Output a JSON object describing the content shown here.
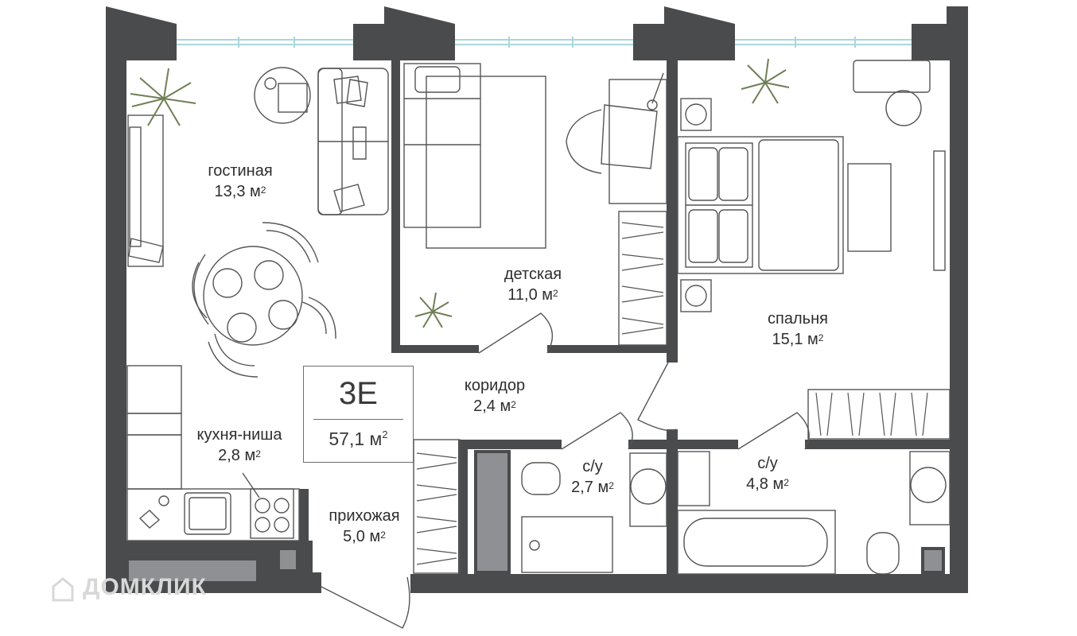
{
  "apartment": {
    "code": "3E",
    "area_value": "57,1 м",
    "area_sup": "2"
  },
  "rooms": [
    {
      "id": "living",
      "name": "гостиная",
      "area": "13,3 м",
      "sup": "2"
    },
    {
      "id": "kids",
      "name": "детская",
      "area": "11,0 м",
      "sup": "2"
    },
    {
      "id": "bedroom",
      "name": "спальня",
      "area": "15,1 м",
      "sup": "2"
    },
    {
      "id": "corridor",
      "name": "коридор",
      "area": "2,4 м",
      "sup": "2"
    },
    {
      "id": "kitchen",
      "name": "кухня-ниша",
      "area": "2,8 м",
      "sup": "2"
    },
    {
      "id": "hall",
      "name": "прихожая",
      "area": "5,0 м",
      "sup": "2"
    },
    {
      "id": "bath1",
      "name": "с/у",
      "area": "2,7 м",
      "sup": "2"
    },
    {
      "id": "bath2",
      "name": "с/у",
      "area": "4,8 м",
      "sup": "2"
    }
  ],
  "watermark": "ДОМКЛИК",
  "colors": {
    "wall": "#4a4b4d",
    "window": "#a9d7dc",
    "furniture": "#555555",
    "plant": "#6f7f55",
    "shaft": "#8f9094"
  }
}
